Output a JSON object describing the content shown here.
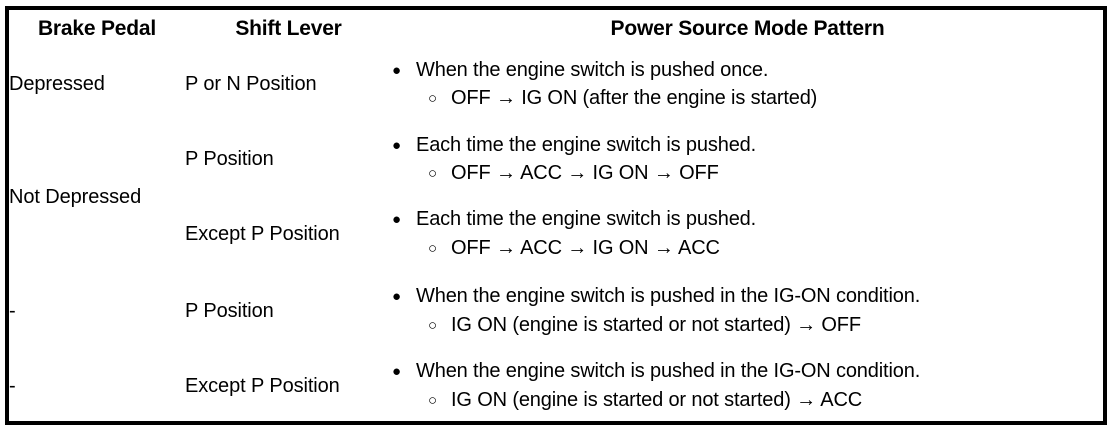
{
  "table": {
    "headers": [
      "Brake Pedal",
      "Shift Lever",
      "Power Source Mode Pattern"
    ],
    "icons": {
      "filled_bullet": "bullet-filled-icon",
      "hollow_bullet": "bullet-hollow-icon",
      "arrow": "arrow-right-icon"
    },
    "glyphs": {
      "filled_bullet": "●",
      "hollow_bullet": "○",
      "arrow": "→"
    },
    "colors": {
      "border": "#000000",
      "background": "#ffffff",
      "text": "#000000"
    },
    "rows": [
      {
        "brake_pedal": "Depressed",
        "shift_lever": "P or N Position",
        "condition": "When the engine switch is pushed once.",
        "pattern": "OFF → IG ON (after the engine is started)"
      },
      {
        "brake_pedal": "Not Depressed",
        "shift_lever": "P Position",
        "condition": "Each time the engine switch is pushed.",
        "pattern": "OFF → ACC → IG ON → OFF"
      },
      {
        "brake_pedal": "",
        "shift_lever": "Except P Position",
        "condition": "Each time the engine switch is pushed.",
        "pattern": "OFF → ACC → IG ON → ACC"
      },
      {
        "brake_pedal": "-",
        "shift_lever": "P Position",
        "condition": "When the engine switch is pushed in the IG-ON condition.",
        "pattern": "IG ON (engine is started or not started) → OFF"
      },
      {
        "brake_pedal": "-",
        "shift_lever": "Except P Position",
        "condition": "When the engine switch is pushed in the IG-ON condition.",
        "pattern": "IG ON (engine is started or not started) → ACC"
      }
    ]
  }
}
